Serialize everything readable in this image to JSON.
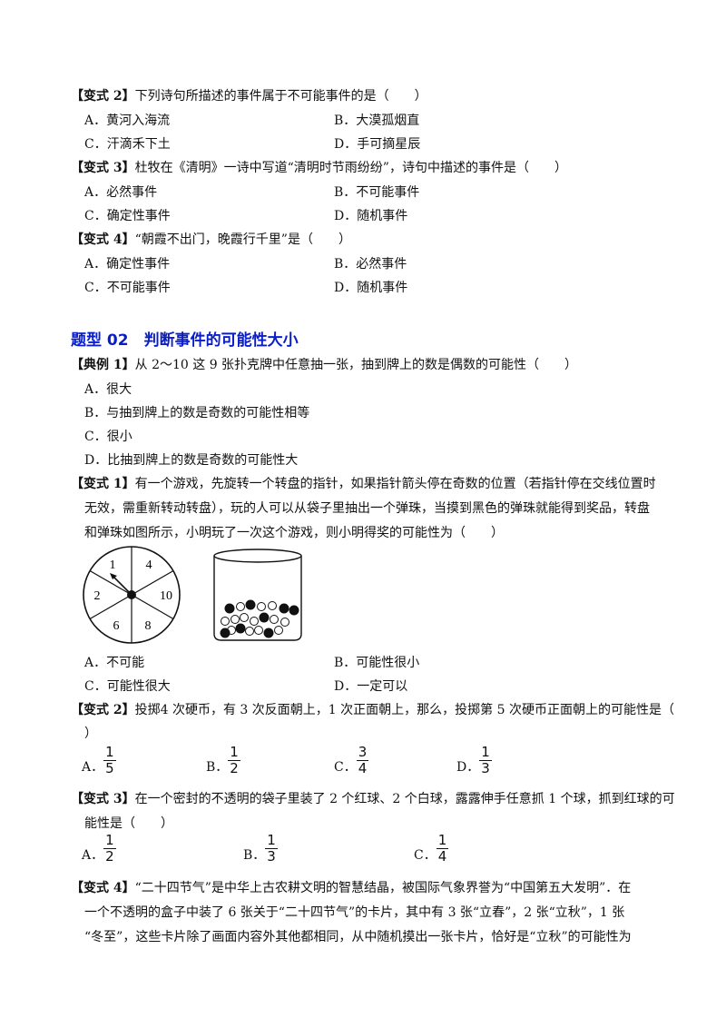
{
  "v2": {
    "tag": "【变式 2】",
    "question": "下列诗句所描述的事件属于不可能事件的是（　　）",
    "options": [
      "A．黄河入海流",
      "B．大漠孤烟直",
      "C．汗滴禾下土",
      "D．手可摘星辰"
    ]
  },
  "v3": {
    "tag": "【变式 3】",
    "question": "杜牧在《清明》一诗中写道“清明时节雨纷纷”，诗句中描述的事件是（　　）",
    "options": [
      "A．必然事件",
      "B．不可能事件",
      "C．确定性事件",
      "D．随机事件"
    ]
  },
  "v4": {
    "tag": "【变式 4】",
    "question": "“朝霞不出门，晚霞行千里”是（　　）",
    "options": [
      "A．确定性事件",
      "B．必然事件",
      "C．不可能事件",
      "D．随机事件"
    ]
  },
  "section": {
    "title": "题型 02　判断事件的可能性大小"
  },
  "e1": {
    "tag": "【典例 1】",
    "question": "从 2～10 这 9 张扑克牌中任意抽一张，抽到牌上的数是偶数的可能性（　　）",
    "options": [
      "A．很大",
      "B．与抽到牌上的数是奇数的可能性相等",
      "C．很小",
      "D．比抽到牌上的数是奇数的可能性大"
    ]
  },
  "b1": {
    "tag": "【变式 1】",
    "line1": "有一个游戏，先旋转一个转盘的指针，如果指针箭头停在奇数的位置（若指针停在交线位置时",
    "line2": "无效，需重新转动转盘），玩的人可以从袋子里抽出一个弹珠，当摸到黑色的弹珠就能得到奖品，转盘",
    "line3": "和弹珠如图所示，小明玩了一次这个游戏，则小明得奖的可能性为（　　）",
    "spinner_numbers": [
      "1",
      "4",
      "10",
      "8",
      "6",
      "2"
    ],
    "options": [
      "A．不可能",
      "B．可能性很小",
      "C．可能性很大",
      "D．一定可以"
    ]
  },
  "b2": {
    "tag": "【变式 2】",
    "line1": "投掷4 次硬币，有 3 次反面朝上，1 次正面朝上，那么，投掷第 5 次硬币正面朝上的可能性是（",
    "line2": "）",
    "options": [
      {
        "letter": "A．",
        "num": "1",
        "den": "5"
      },
      {
        "letter": "B．",
        "num": "1",
        "den": "2"
      },
      {
        "letter": "C．",
        "num": "3",
        "den": "4"
      },
      {
        "letter": "D．",
        "num": "1",
        "den": "3"
      }
    ]
  },
  "b3": {
    "tag": "【变式 3】",
    "line1": "在一个密封的不透明的袋子里装了 2 个红球、2 个白球，露露伸手任意抓 1 个球，抓到红球的可",
    "line2": "能性是（　　）",
    "options": [
      {
        "letter": "A．",
        "num": "1",
        "den": "2"
      },
      {
        "letter": "B．",
        "num": "1",
        "den": "3"
      },
      {
        "letter": "C．",
        "num": "1",
        "den": "4"
      }
    ]
  },
  "b4": {
    "tag": "【变式 4】",
    "line1": "“二十四节气”是中华上古农耕文明的智慧结晶，被国际气象界誉为“中国第五大发明”．在",
    "line2": "一个不透明的盒子中装了 6 张关于“二十四节气”的卡片，其中有 3 张“立春”，2 张“立秋”，1 张",
    "line3": "“冬至”，这些卡片除了画面内容外其他都相同，从中随机摸出一张卡片，恰好是“立秋”的可能性为"
  }
}
